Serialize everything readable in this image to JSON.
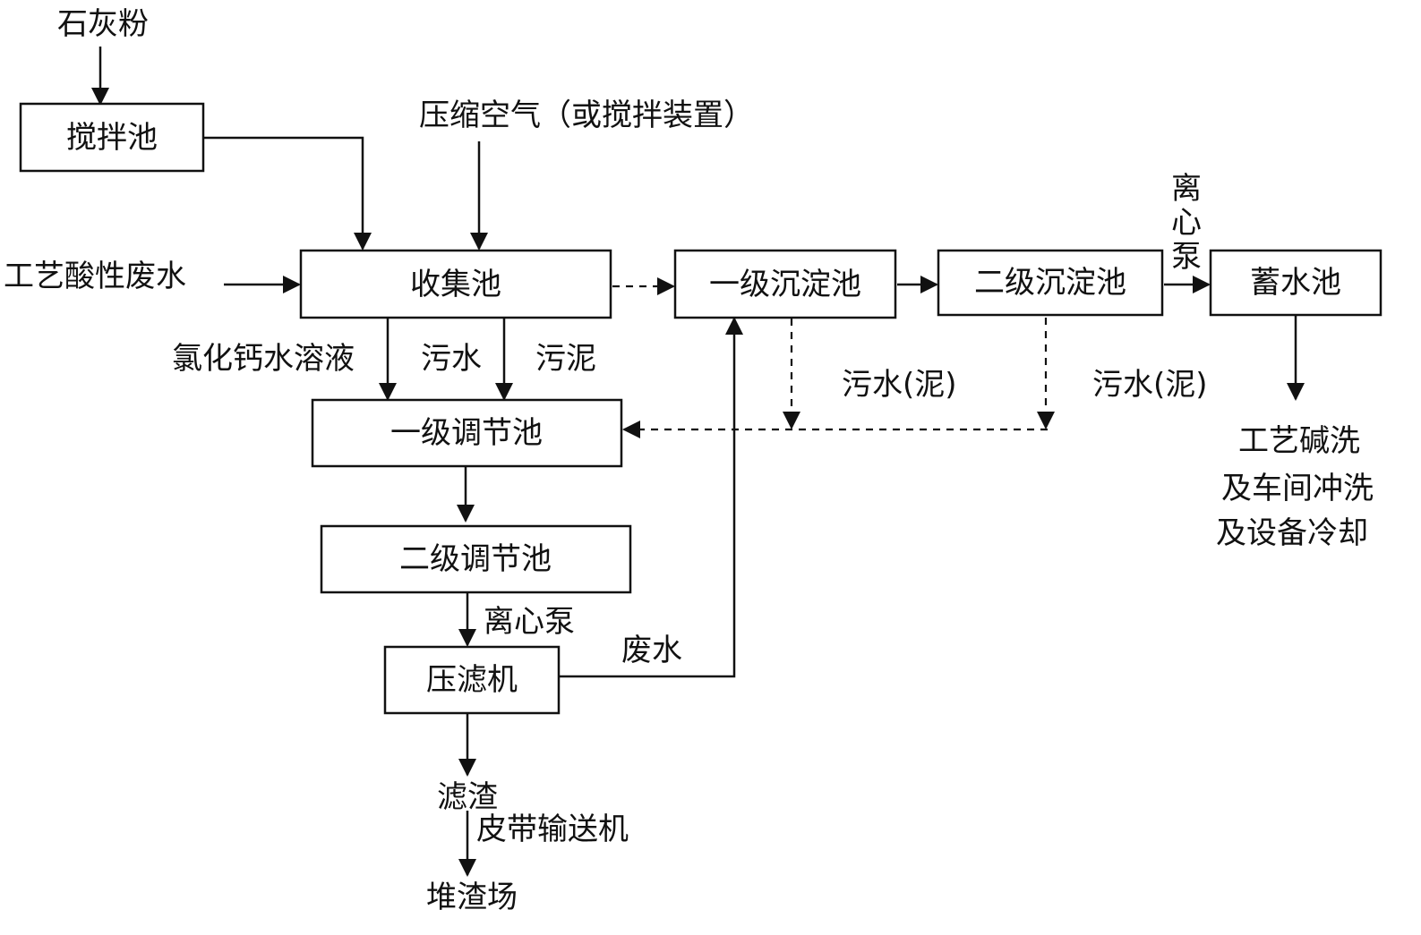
{
  "nodes": {
    "stirring_tank": "搅拌池",
    "collection_tank": "收集池",
    "primary_sedimentation": "一级沉淀池",
    "secondary_sedimentation": "二级沉淀池",
    "storage_tank": "蓄水池",
    "primary_regulating": "一级调节池",
    "secondary_regulating": "二级调节池",
    "filter_press": "压滤机"
  },
  "labels": {
    "lime_powder": "石灰粉",
    "compressed_air": "压缩空气（或搅拌装置）",
    "acid_wastewater": "工艺酸性废水",
    "calcium_chloride": "氯化钙水溶液",
    "sewage": "污水",
    "sludge": "污泥",
    "sewage_sludge_1": "污水(泥)",
    "sewage_sludge_2": "污水(泥)",
    "pump_top": [
      "离",
      "心",
      "泵"
    ],
    "pump_bottom": "离心泵",
    "waste_water": "废水",
    "filter_residue": "滤渣",
    "belt_conveyor": "皮带输送机",
    "slag_yard": "堆渣场",
    "reuse": [
      "工艺碱洗",
      "及车间冲洗",
      "及设备冷却"
    ]
  }
}
